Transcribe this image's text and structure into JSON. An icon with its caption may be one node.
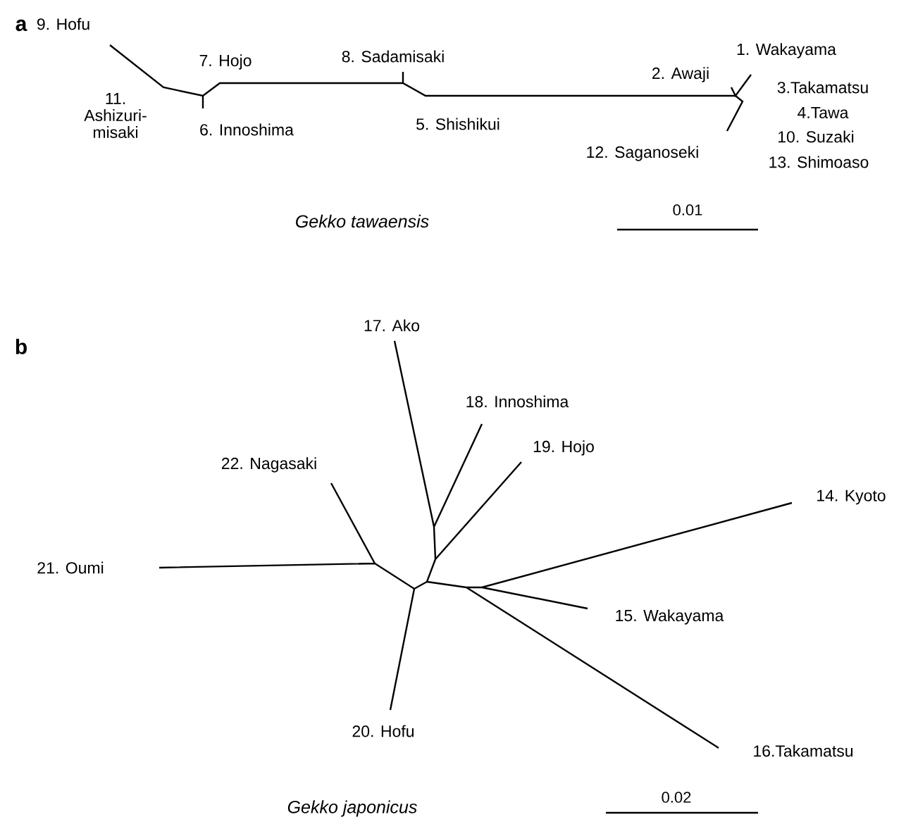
{
  "diagram": {
    "labels": [
      "a",
      "9. Hofu",
      "7. Hojo",
      "8. Sadamisaki",
      "1. Wakayama",
      "2. Awaji",
      "3.Takamatsu",
      "11. Ashizuri- misaki",
      "4.Tawa",
      "6. Innoshima",
      "5. Shishikui",
      "10. Suzaki",
      "12. Saganoseki",
      "13. Shimoaso",
      "Gekko tawaensis",
      "0.01",
      "b",
      "17. Ako",
      "18. Innoshima",
      "19. Hojo",
      "22. Nagasaki",
      "14. Kyoto",
      "21. Oumi",
      "15. Wakayama",
      "20. Hofu",
      "16.Takamatsu",
      "Gekko japonicus",
      "0.02"
    ]
  }
}
